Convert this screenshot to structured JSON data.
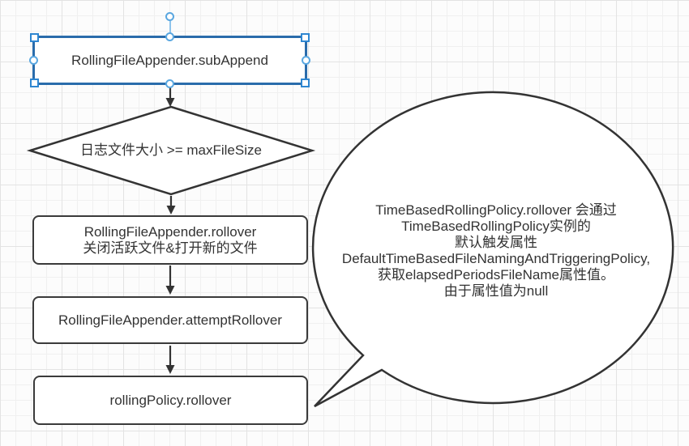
{
  "flowchart": {
    "nodes": {
      "subappend": {
        "label": "RollingFileAppender.subAppend"
      },
      "decision": {
        "label": "日志文件大小 >= maxFileSize"
      },
      "rollover": {
        "line1": "RollingFileAppender.rollover",
        "line2": "关闭活跃文件&打开新的文件"
      },
      "attempt": {
        "label": "RollingFileAppender.attemptRollover"
      },
      "rollingpolicy": {
        "label": "rollingPolicy.rollover"
      }
    },
    "callout": {
      "lines": {
        "0": "TimeBasedRollingPolicy.rollover 会通过",
        "1": "TimeBasedRollingPolicy实例的",
        "2": "默认触发属性",
        "3": "DefaultTimeBasedFileNamingAndTriggeringPolicy,",
        "4": "获取elapsedPeriodsFileName属性值。",
        "5": "由于属性值为null"
      }
    },
    "colors": {
      "shape_stroke": "#333333",
      "selection_border": "#2a6cab",
      "handle_square_blue": "#2e86d1",
      "handle_circle_blue": "#5aa7e0",
      "grid_minor": "#f0f0f0",
      "grid_major": "#e3e3e3"
    }
  }
}
